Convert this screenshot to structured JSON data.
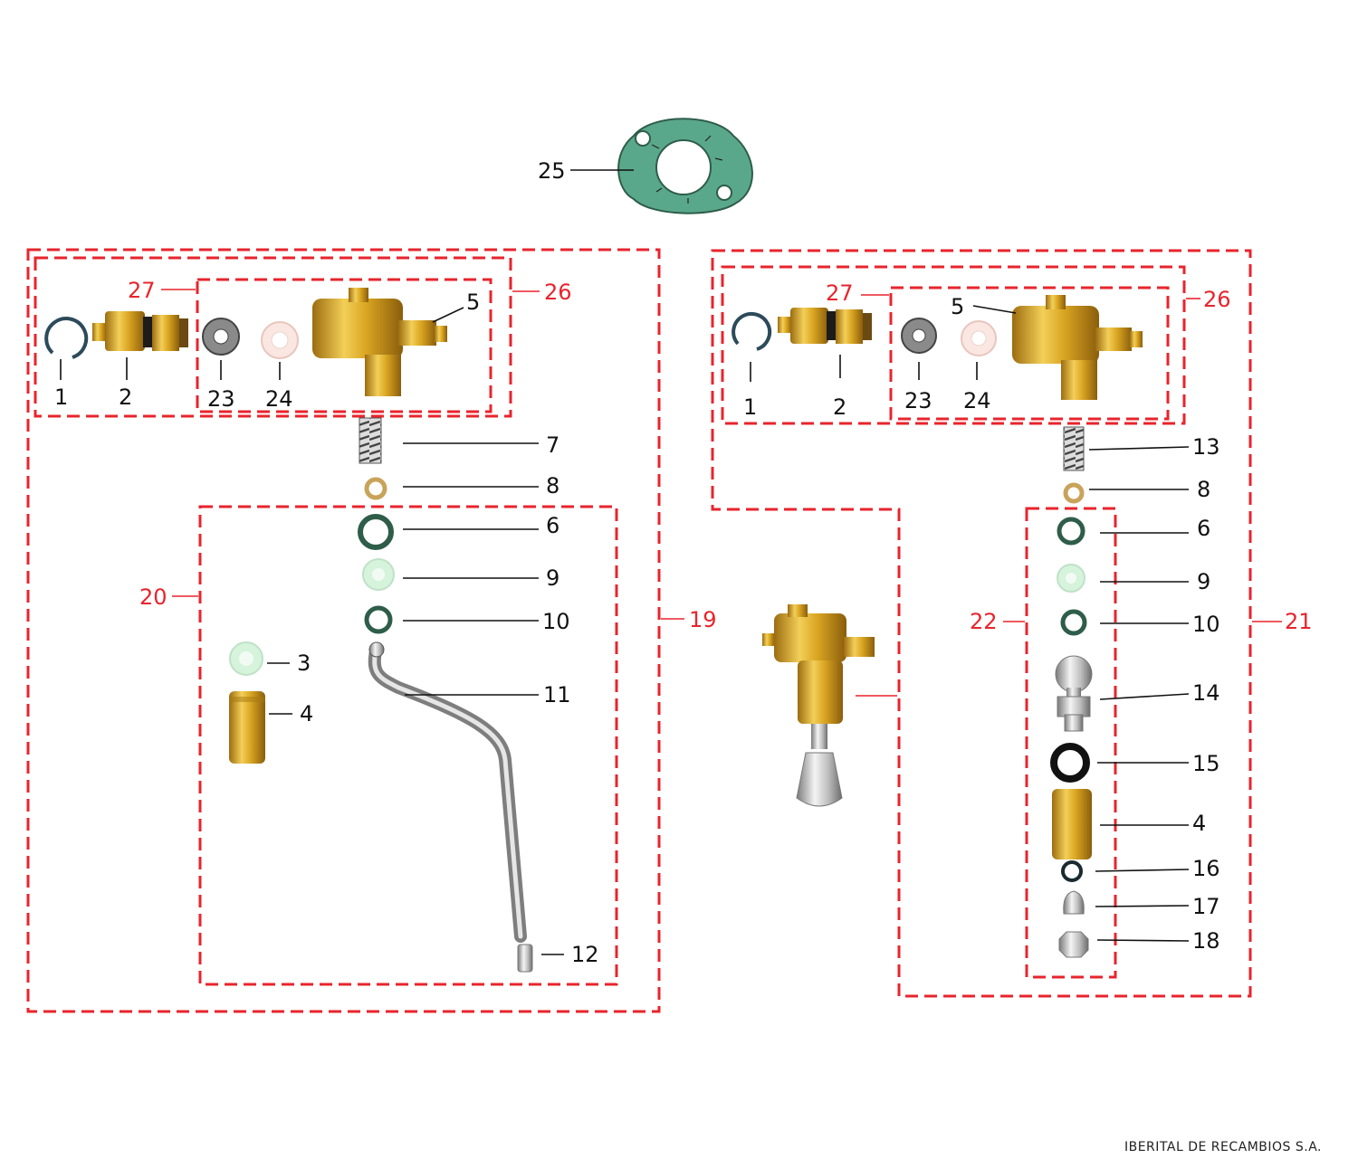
{
  "footer": "IBERITAL DE RECAMBIOS S.A.",
  "colors": {
    "assembly_red": "#e8242c",
    "brass": "#d9a521",
    "chrome": "#c8c8c8",
    "gasket_green": "#5aa88c",
    "oring_green": "#2e5d4a"
  },
  "labels": {
    "l1": "1",
    "l2": "2",
    "l3": "3",
    "l4": "4",
    "l5": "5",
    "l6": "6",
    "l7": "7",
    "l8": "8",
    "l9": "9",
    "l10": "10",
    "l11": "11",
    "l12": "12",
    "l13": "13",
    "l14": "14",
    "l15": "15",
    "l16": "16",
    "l17": "17",
    "l18": "18",
    "l19": "19",
    "l20": "20",
    "l21": "21",
    "l22": "22",
    "l23": "23",
    "l24": "24",
    "l25": "25",
    "l26": "26",
    "l27": "27"
  }
}
